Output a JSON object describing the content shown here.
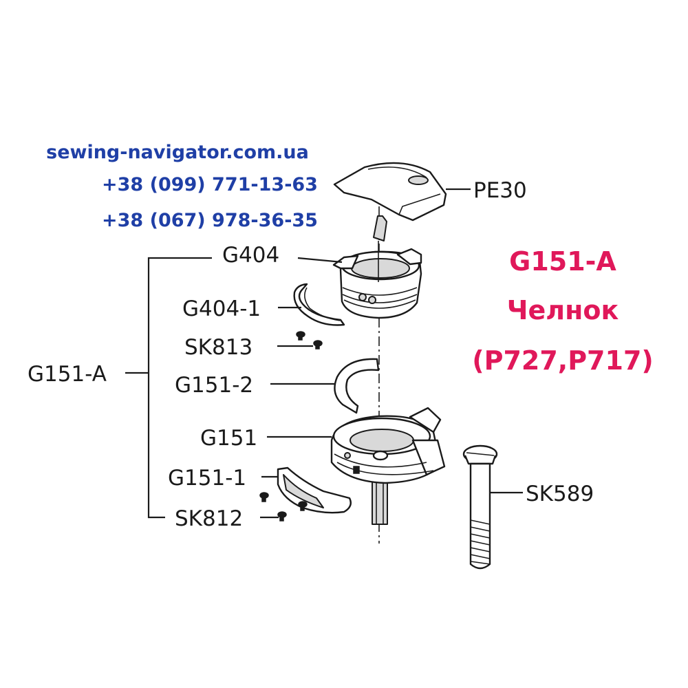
{
  "contact": {
    "website": "sewing-navigator.com.ua",
    "phone_1": "+38 (099) 771-13-63",
    "phone_2": "+38 (067) 978-36-35"
  },
  "product": {
    "code": "G151-A",
    "name": "Челнок",
    "models": "(P727,P717)"
  },
  "parts": {
    "pe30": "PE30",
    "g404": "G404",
    "g404_1": "G404-1",
    "sk813": "SK813",
    "g151_a": "G151-A",
    "g151_2": "G151-2",
    "g151": "G151",
    "g151_1": "G151-1",
    "sk812": "SK812",
    "sk589": "SK589"
  },
  "colors": {
    "contact_text": "#1f3fa6",
    "product_text": "#e0185a",
    "line_art": "#1a1a1a"
  }
}
